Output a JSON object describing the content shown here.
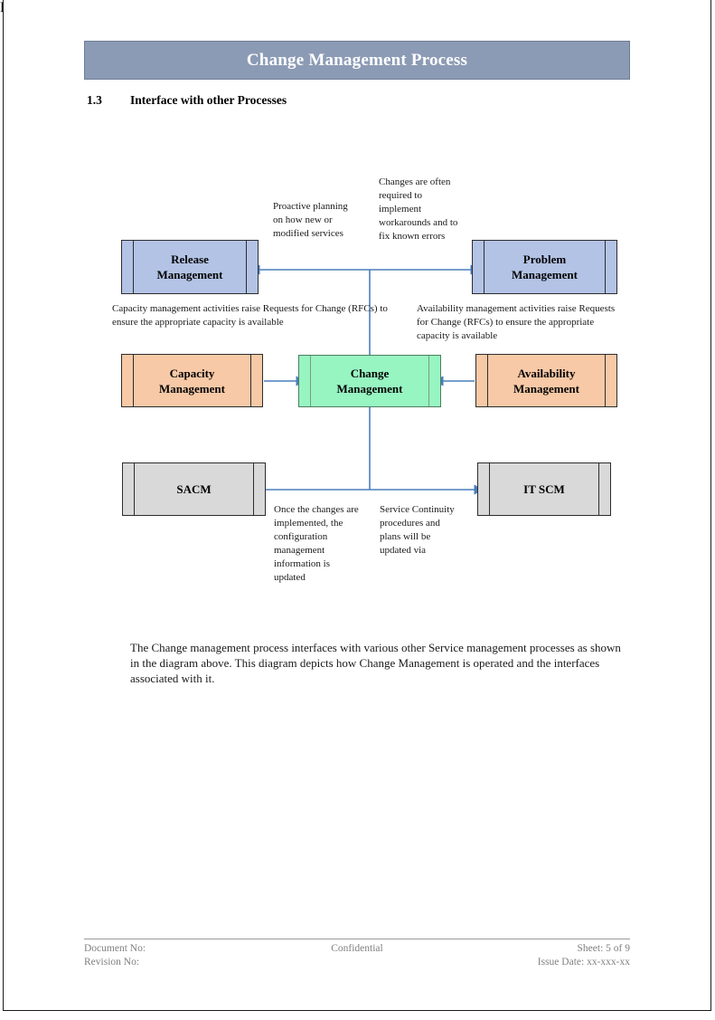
{
  "header": {
    "title": "Change Management Process"
  },
  "section": {
    "number": "1.3",
    "title": "Interface with other Processes"
  },
  "diagram": {
    "boxes": [
      {
        "id": "release-management",
        "label": "Release\nManagement",
        "color": "#B3C3E5"
      },
      {
        "id": "problem-management",
        "label": "Problem\nManagement",
        "color": "#B3C3E5"
      },
      {
        "id": "capacity-management",
        "label": "Capacity\nManagement",
        "color": "#F7C9A6"
      },
      {
        "id": "change-management",
        "label": "Change\nManagement",
        "color": "#97F5C2"
      },
      {
        "id": "availability-management",
        "label": "Availability\nManagement",
        "color": "#F7C9A6"
      },
      {
        "id": "sacm",
        "label": "SACM",
        "color": "#D9D9D9"
      },
      {
        "id": "it-scm",
        "label": "IT SCM",
        "color": "#D9D9D9"
      }
    ],
    "annotations": [
      {
        "id": "proactive-planning",
        "text": "Proactive planning on how new or modified services"
      },
      {
        "id": "changes-required",
        "text": "Changes are often required to implement workarounds and to fix known errors"
      },
      {
        "id": "capacity-rfc",
        "text": "Capacity management activities raise Requests for Change (RFCs) to ensure the appropriate capacity is available"
      },
      {
        "id": "availability-rfc",
        "text": "Availability management activities raise Requests for Change (RFCs) to ensure the appropriate capacity is available"
      },
      {
        "id": "configuration-update",
        "text": "Once the changes are implemented, the configuration management information is updated"
      },
      {
        "id": "service-continuity",
        "text": "Service Continuity procedures and plans will be updated via"
      }
    ],
    "arrow_color": "#4A7EBB"
  },
  "body": {
    "paragraph": "The Change management process interfaces with various other Service management processes as shown in the diagram above. This diagram depicts how Change Management is operated and the interfaces associated with it."
  },
  "footer": {
    "document_no": "Document No:",
    "revision_no": "Revision No:",
    "confidential": "Confidential",
    "sheet": "Sheet: 5 of 9",
    "issue_date": "Issue Date: xx-xxx-xx"
  },
  "colors": {
    "header_band": "#8C9BB5",
    "blue_box": "#B3C3E5",
    "peach_box": "#F7C9A6",
    "green_box": "#97F5C2",
    "grey_box": "#D9D9D9",
    "connector": "#4A7EBB"
  }
}
